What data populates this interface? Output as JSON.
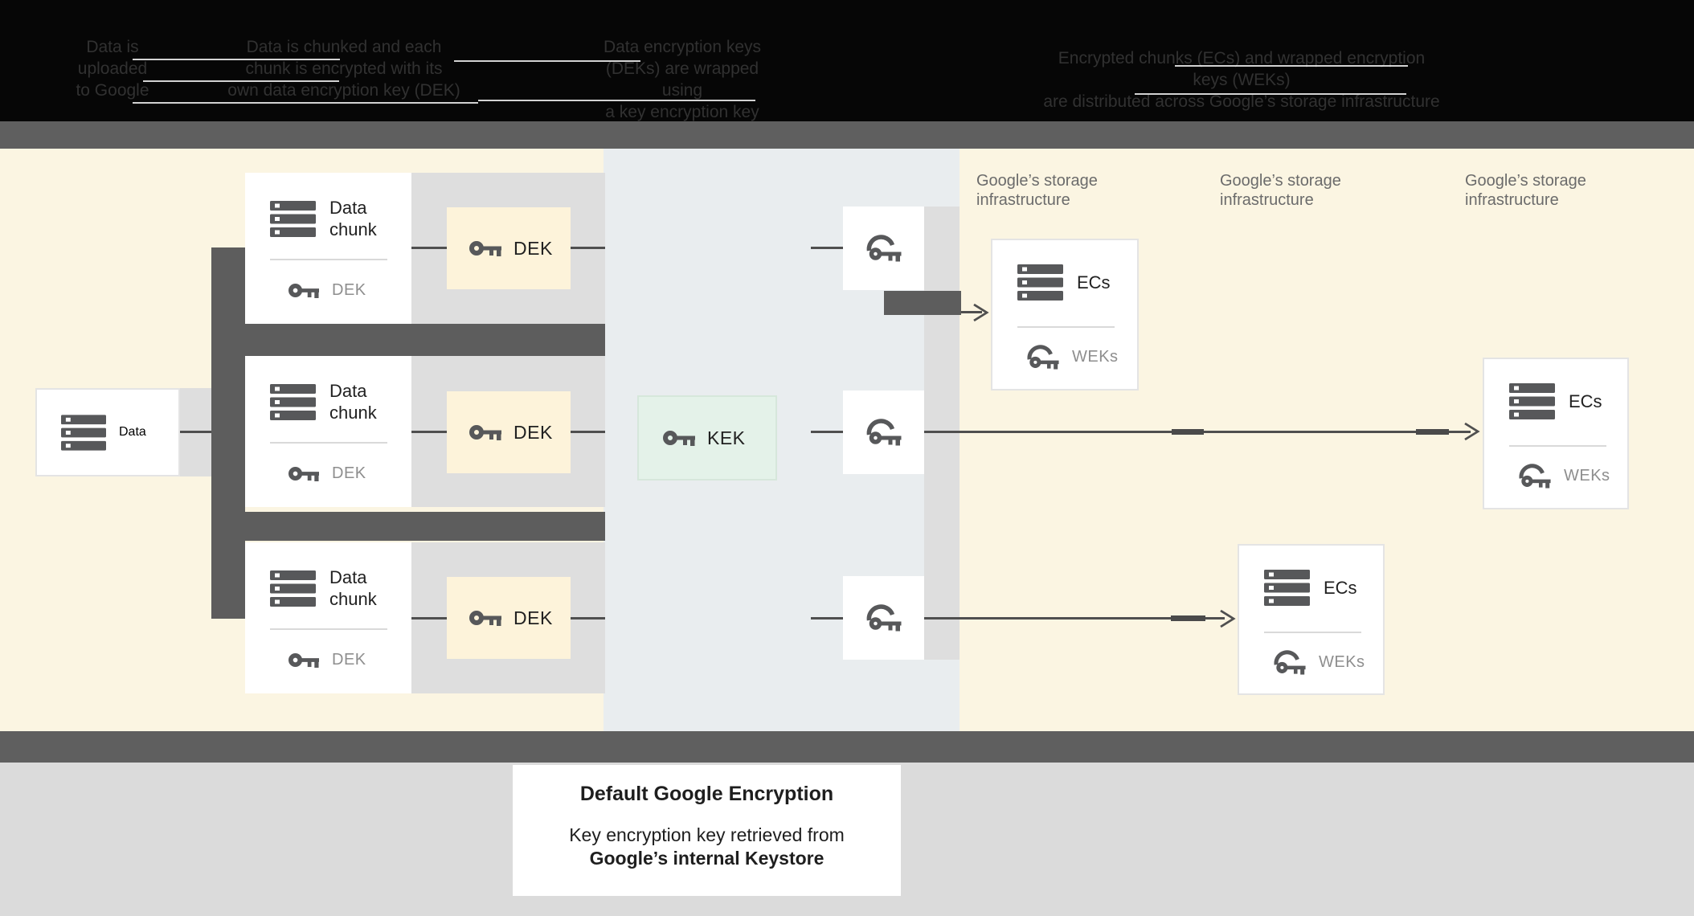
{
  "header": {
    "steps": [
      {
        "lines": [
          "Data is",
          "uploaded",
          "to Google"
        ]
      },
      {
        "lines": [
          "Data is chunked and each",
          "chunk is encrypted with its",
          "own data encryption key (DEK)"
        ]
      },
      {
        "lines": [
          "Data encryption keys",
          "(DEKs) are wrapped using",
          "a key encryption key (KEK)"
        ]
      },
      {
        "lines": [
          "Encrypted chunks (ECs) and wrapped encryption keys (WEKs)",
          "are distributed across Google’s storage infrastructure"
        ]
      }
    ]
  },
  "diagram": {
    "data_box": {
      "label": "Data"
    },
    "chunks": [
      {
        "title_line1": "Data",
        "title_line2": "chunk",
        "key_label": "DEK"
      },
      {
        "title_line1": "Data",
        "title_line2": "chunk",
        "key_label": "DEK"
      },
      {
        "title_line1": "Data",
        "title_line2": "chunk",
        "key_label": "DEK"
      }
    ],
    "dek_boxes": [
      {
        "label": "DEK"
      },
      {
        "label": "DEK"
      },
      {
        "label": "DEK"
      }
    ],
    "kek_box": {
      "label": "KEK"
    },
    "storage_labels": [
      {
        "line1": "Google’s storage",
        "line2": "infrastructure"
      },
      {
        "line1": "Google’s storage",
        "line2": "infrastructure"
      },
      {
        "line1": "Google’s storage",
        "line2": "infrastructure"
      }
    ],
    "ecs_boxes": [
      {
        "label": "ECs",
        "key_label": "WEKs"
      },
      {
        "label": "ECs",
        "key_label": "WEKs"
      },
      {
        "label": "ECs",
        "key_label": "WEKs"
      }
    ]
  },
  "caption": {
    "title": "Default Google Encryption",
    "line1": "Key encryption key retrieved from",
    "line2": "Google’s internal Keystore"
  },
  "colors": {
    "cream_bg": "#fbf5e2",
    "kek_band_bg": "#e9edef",
    "dek_box_bg": "#fdf3da",
    "kek_box_bg": "#e4f2e9",
    "dark_bar": "#5d5d5d",
    "row_band": "#dedede",
    "connector_line": "#4f4f4f",
    "icon_gray": "#57585a",
    "muted_label": "#8e8e8e",
    "storage_label_text": "#6b6b6b"
  }
}
